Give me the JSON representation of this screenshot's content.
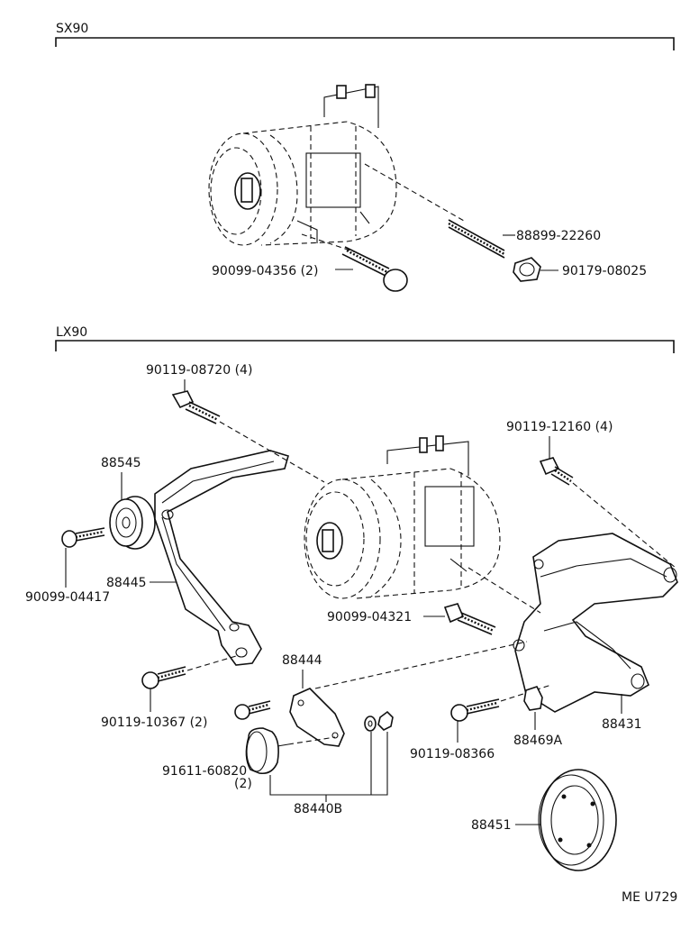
{
  "sections": {
    "sx90": "SX90",
    "lx90": "LX90"
  },
  "parts": {
    "p88899_22260": "88899-22260",
    "p90099_04356": "90099-04356 (2)",
    "p90179_08025": "90179-08025",
    "p90119_08720": "90119-08720 (4)",
    "p90119_12160": "90119-12160 (4)",
    "p88545": "88545",
    "p90099_04417": "90099-04417",
    "p88445": "88445",
    "p90099_04321": "90099-04321",
    "p88444": "88444",
    "p90119_10367": "90119-10367 (2)",
    "p90119_08366": "90119-08366",
    "p88469A": "88469A",
    "p88431": "88431",
    "p91611_60820": "91611-60820",
    "p91611_qty": "(2)",
    "p88440B": "88440B",
    "p88451": "88451"
  },
  "footer": {
    "code": "ME U729"
  },
  "icons": [
    "compressor-icon",
    "bolt-icon",
    "nut-icon",
    "idler-pulley-icon",
    "bracket-icon",
    "pulley-icon",
    "cap-icon",
    "washer-icon"
  ]
}
